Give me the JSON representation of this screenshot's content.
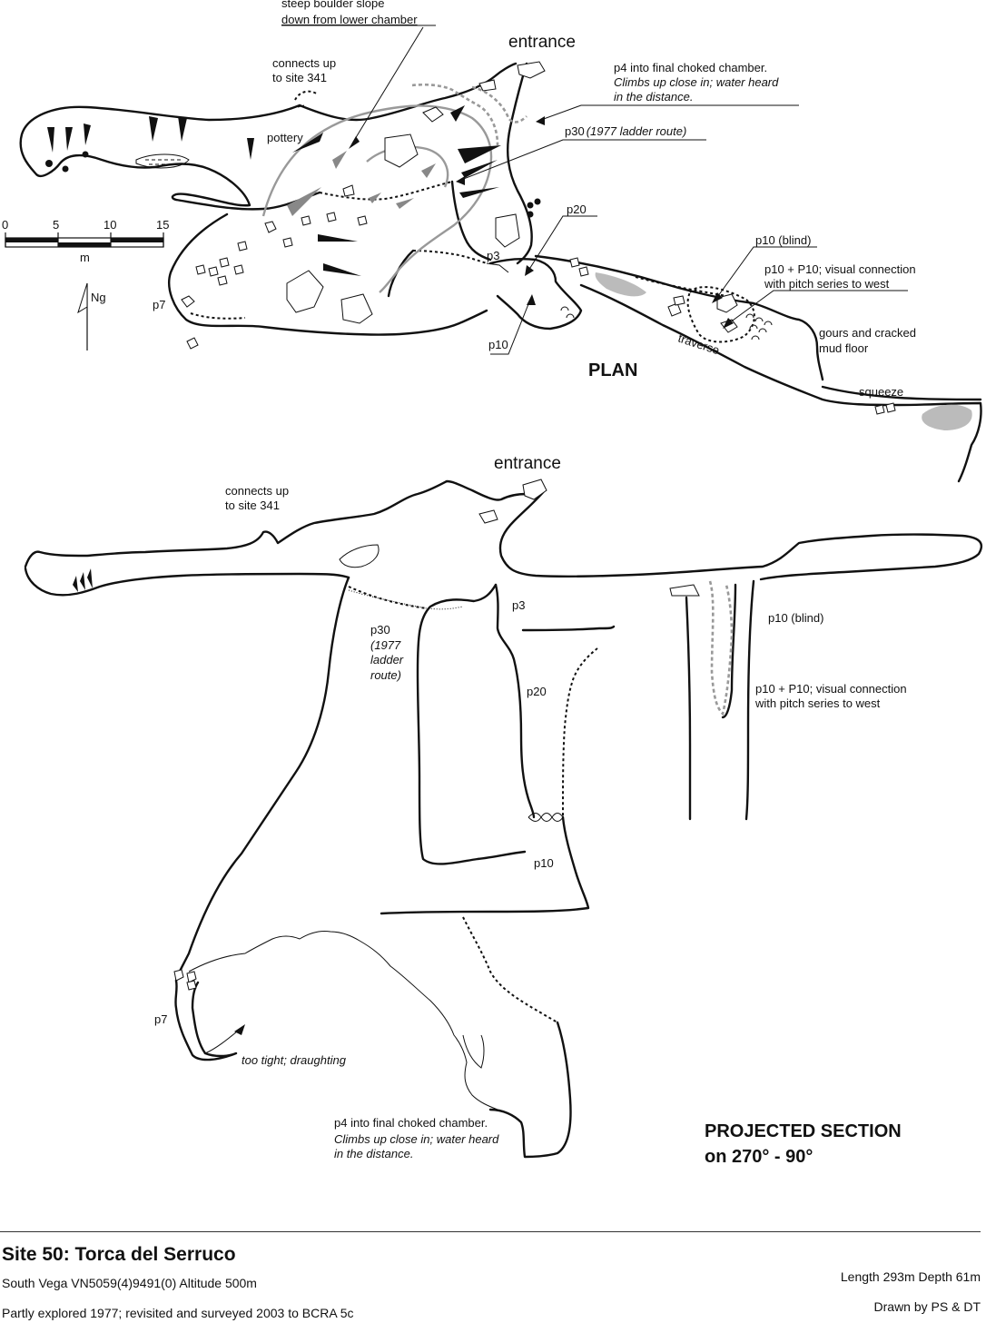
{
  "plan": {
    "entrance": "entrance",
    "steep_line1": "steep boulder slope",
    "steep_line2": "down from lower chamber",
    "connects_line1": "connects up",
    "connects_line2": "to site 341",
    "p4_line1": "p4 into final choked chamber.",
    "p4_line2": "Climbs up close in; water heard",
    "p4_line3": "in the distance.",
    "pottery": "pottery",
    "p30_a": "p30",
    "p30_b": "(1977 ladder route)",
    "p20": "p20",
    "p3": "p3",
    "p7": "p7",
    "p10": "p10",
    "p10_blind": "p10 (blind)",
    "p10P10_line1": "p10 + P10; visual connection",
    "p10P10_line2": "with pitch series to west",
    "gours_line1": "gours and cracked",
    "gours_line2": "mud floor",
    "traverse": "traverse",
    "squeeze": "squeeze",
    "heading": "PLAN"
  },
  "scale": {
    "ticks": [
      "0",
      "5",
      "10",
      "15"
    ],
    "unit": "m",
    "north": "Ng"
  },
  "section": {
    "entrance": "entrance",
    "connects_line1": "connects up",
    "connects_line2": "to site 341",
    "p3": "p3",
    "p30_line1": "p30",
    "p30_line2": "(1977",
    "p30_line3": "ladder",
    "p30_line4": "route)",
    "p20": "p20",
    "p10": "p10",
    "p10_blind": "p10 (blind)",
    "p10P10_line1": "p10 + P10; visual connection",
    "p10P10_line2": "with pitch series to west",
    "p7": "p7",
    "too_tight": "too tight; draughting",
    "p4_line1": "p4 into final choked chamber.",
    "p4_line2": "Climbs up close in; water heard",
    "p4_line3": "in the distance.",
    "heading_line1": "PROJECTED SECTION",
    "heading_line2": "on 270° - 90°"
  },
  "footer": {
    "title": "Site 50: Torca del Serruco",
    "location": "South Vega  VN5059(4)9491(0)  Altitude 500m",
    "history": "Partly explored 1977; revisited and surveyed 2003 to BCRA 5c",
    "stats": "Length 293m  Depth 61m",
    "credit": "Drawn by PS & DT"
  }
}
